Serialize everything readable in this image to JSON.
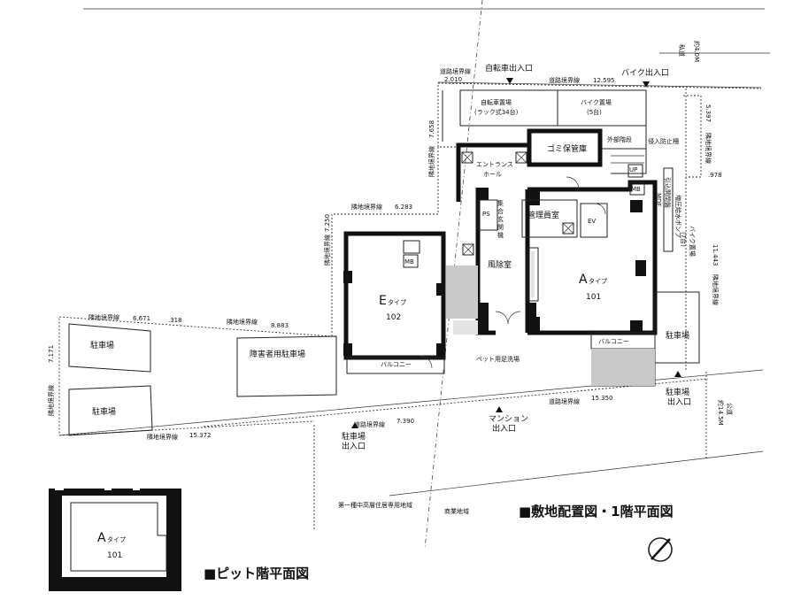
{
  "titles": {
    "site_plan": "■敷地配置図・1階平面図",
    "pit_plan": "■ピット階平面図"
  },
  "road_labels": {
    "top_boundary_left": "道路境界線",
    "top_boundary_right": "道路境界線",
    "top_dim_left": "2.010",
    "top_dim_right": "12.595",
    "bottom_boundary_left": "道路境界線",
    "bottom_boundary_right": "道路境界線",
    "bottom_dim_left": "7.390",
    "bottom_dim_right": "15.350",
    "right_road_name": "公道",
    "right_road_width": "約14.5M",
    "top_right_road_name": "私道",
    "top_right_road_width": "約4.0M"
  },
  "neighbor_labels": {
    "left_boundary_1": "隣地境界線",
    "left_dim_1": "6.283",
    "left_boundary_2": "隣地境界線",
    "left_dim_2": "7.250",
    "left_boundary_3": "隣地境界線",
    "left_dim_3": "7.658",
    "lower_boundary_1": "隣地境界線",
    "lower_dim_1": "6.671",
    "lower_dim_small": ".318",
    "lower_boundary_2": "隣地境界線",
    "lower_dim_2": "8.883",
    "far_left_boundary": "隣地境界線",
    "far_left_dim": "7.171",
    "bottom_boundary": "隣地境界線",
    "bottom_dim": "15.372",
    "right_boundary_1": "隣地境界線",
    "right_dim_1": "5.397",
    "right_dim_2": ".978",
    "right_boundary_2": "隣地境界線",
    "right_dim_3": "11.443"
  },
  "entrances": {
    "bicycle": "自転車出入口",
    "bike": "バイク出入口",
    "parking_left_1": "駐車場",
    "parking_left_2": "出入口",
    "mansion_1": "マンション",
    "mansion_2": "出入口",
    "parking_right_1": "駐車場",
    "parking_right_2": "出入口"
  },
  "rooms": {
    "bicycle_parking": "自転車置場",
    "bicycle_parking_note": "(ラック式34台)",
    "bike_parking": "バイク置場",
    "bike_parking_note": "(5台)",
    "garbage": "ゴミ保管庫",
    "outer_stair": "外部階段",
    "intrusion_fence": "侵入防止柵",
    "up_mark": "UP",
    "mb": "MB",
    "entrance_hall_1": "エントランス",
    "entrance_hall_2": "ホール",
    "intercom_1": "集",
    "intercom_2": "合",
    "intercom_3": "玄",
    "intercom_4": "関",
    "intercom_5": "機",
    "ps": "PS",
    "manager": "管理員室",
    "ev": "EV",
    "windbreak": "風除室",
    "pull_in": "引込開閉盤",
    "mdf": "MDF",
    "pump": "増圧給水ポンプ",
    "bike_parking_side": "バイク置場",
    "bike_parking_side_note": "(7台)",
    "pet_wash": "ペット用足洗場",
    "balcony_e": "バルコニー",
    "balcony_a": "バルコニー",
    "parking_right": "駐車場",
    "parking_1": "駐車場",
    "parking_2": "駐車場",
    "accessible_parking": "障害者用駐車場"
  },
  "units": {
    "e_type": "E",
    "e_type_suffix": "タイプ",
    "e_number": "102",
    "a_type": "A",
    "a_type_suffix": "タイプ",
    "a_number": "101",
    "pit_type": "A",
    "pit_type_suffix": "タイプ",
    "pit_number": "101"
  },
  "zoning": {
    "residential": "第一種中高層住居専用地域",
    "commercial": "商業地域"
  }
}
